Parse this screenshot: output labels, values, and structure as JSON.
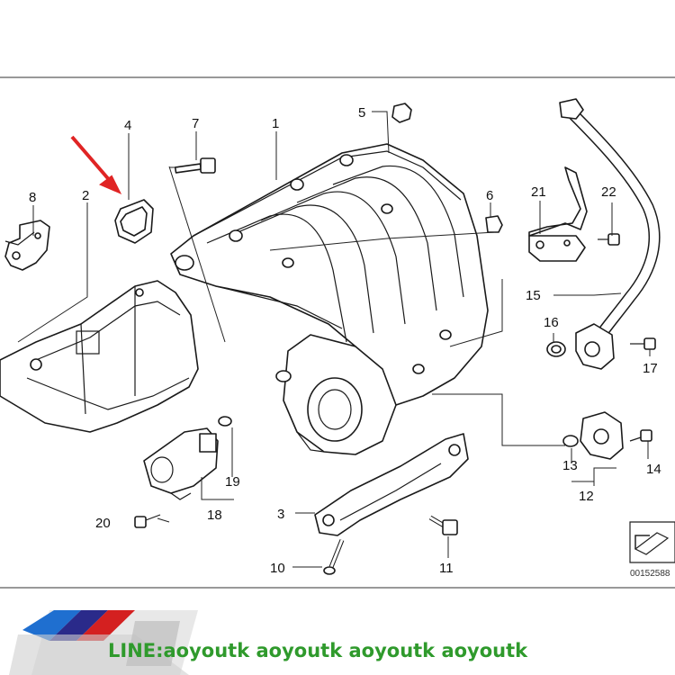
{
  "callouts": [
    {
      "id": "c1",
      "text": "1"
    },
    {
      "id": "c2",
      "text": "2"
    },
    {
      "id": "c3",
      "text": "3"
    },
    {
      "id": "c4",
      "text": "4"
    },
    {
      "id": "c5",
      "text": "5"
    },
    {
      "id": "c6",
      "text": "6"
    },
    {
      "id": "c7",
      "text": "7"
    },
    {
      "id": "c8",
      "text": "8"
    },
    {
      "id": "c10",
      "text": "10"
    },
    {
      "id": "c11",
      "text": "11"
    },
    {
      "id": "c12",
      "text": "12"
    },
    {
      "id": "c13",
      "text": "13"
    },
    {
      "id": "c14",
      "text": "14"
    },
    {
      "id": "c15",
      "text": "15"
    },
    {
      "id": "c16",
      "text": "16"
    },
    {
      "id": "c17",
      "text": "17"
    },
    {
      "id": "c18",
      "text": "18"
    },
    {
      "id": "c19",
      "text": "19"
    },
    {
      "id": "c20",
      "text": "20"
    },
    {
      "id": "c21",
      "text": "21"
    },
    {
      "id": "c22",
      "text": "22"
    }
  ],
  "diagram_code": "00152588",
  "watermark": {
    "text": "LINE:aoyoutk aoyoutk aoyoutk aoyoutk",
    "text_color": "#2f9a2c"
  },
  "logo_stripe_colors": [
    "#1f6fd0",
    "#2a2a8a",
    "#d42020"
  ],
  "arrow_color": "#e02424"
}
